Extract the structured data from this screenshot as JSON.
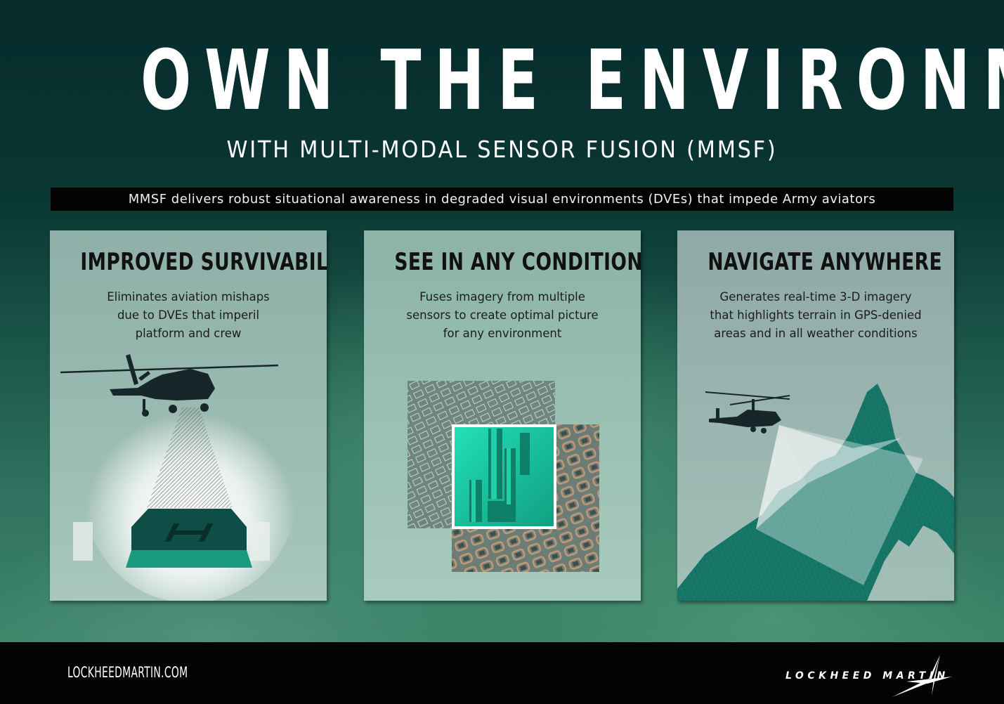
{
  "header": {
    "title": "OWN THE ENVIRONMENT",
    "subtitle": "WITH MULTI-MODAL SENSOR FUSION (MMSF)",
    "tagline": "MMSF delivers robust situational awareness in degraded visual environments (DVEs) that impede Army aviators"
  },
  "panels": [
    {
      "heading": "IMPROVED SURVIVABILITY",
      "body_lines": [
        "Eliminates aviation mishaps",
        "due to DVEs that imperil",
        "platform and crew"
      ],
      "illustration": "helicopter-over-helipad-in-fog"
    },
    {
      "heading": "SEE IN ANY CONDITION",
      "body_lines": [
        "Fuses imagery from multiple",
        "sensors to create optimal picture",
        "for any environment"
      ],
      "illustration": "fused-sensor-city-imagery"
    },
    {
      "heading": "NAVIGATE ANYWHERE",
      "body_lines": [
        "Generates real-time 3-D imagery",
        "that highlights terrain in GPS-denied",
        "areas and in all weather conditions"
      ],
      "illustration": "helicopter-scanning-mountain-terrain"
    }
  ],
  "footer": {
    "url": "LOCKHEEDMARTIN.COM",
    "logo_text": "LOCKHEED MARTIN",
    "logo_icon": "star-icon"
  },
  "colors": {
    "background_top": "#062b2c",
    "background_bottom": "#3e8a6e",
    "tagline_bg": "#020202",
    "accent_teal": "#1fbf9c",
    "footer_bg": "#030303"
  }
}
